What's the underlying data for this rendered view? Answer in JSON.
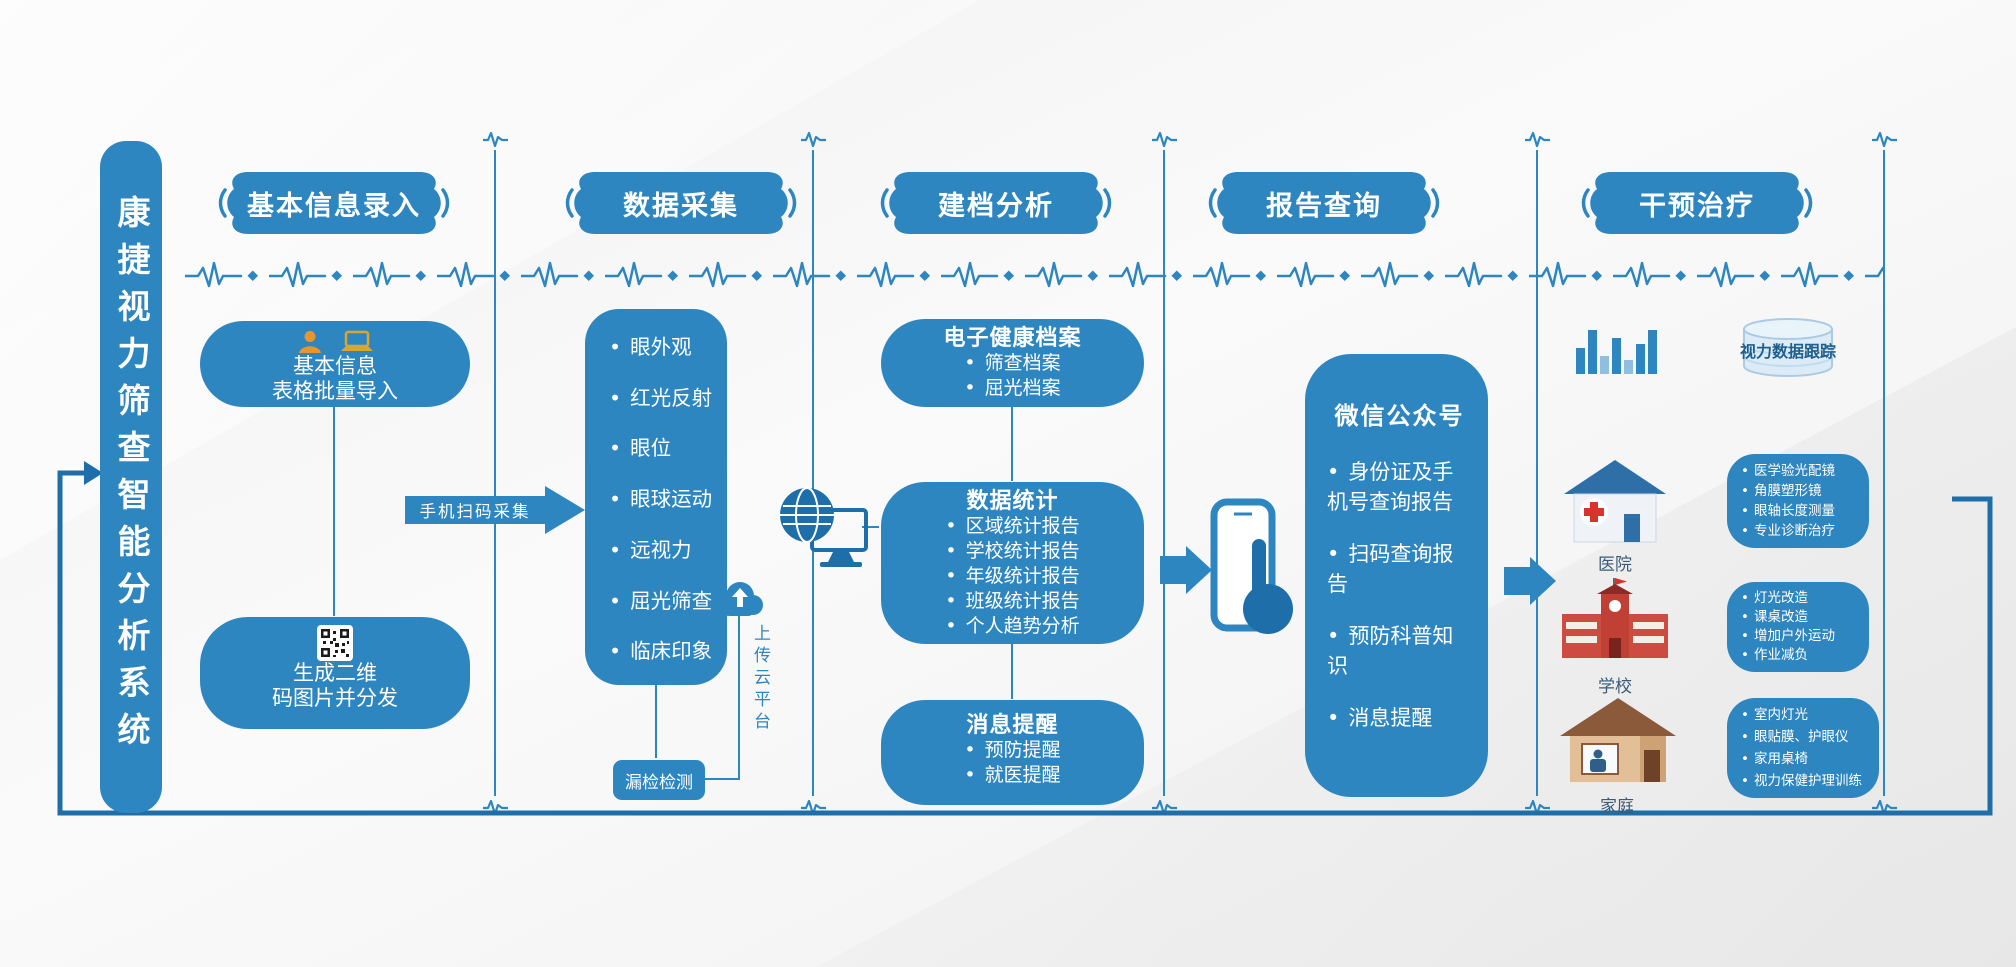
{
  "system": {
    "title": "康捷视力筛查智能分析系统"
  },
  "colors": {
    "primary": "#2E86C1",
    "dark": "#1E6FA9",
    "gold": "#DFA32B",
    "red": "#D9342B"
  },
  "stages": [
    {
      "label": "基本信息录入"
    },
    {
      "label": "数据采集"
    },
    {
      "label": "建档分析"
    },
    {
      "label": "报告查询"
    },
    {
      "label": "干预治疗"
    }
  ],
  "intake": {
    "import_box": {
      "line1": "基本信息",
      "line2": "表格批量导入"
    },
    "qr_box": {
      "line1": "生成二维",
      "line2": "码图片并分发"
    },
    "scan_arrow_label": "手机扫码采集"
  },
  "collection": {
    "items": [
      "眼外观",
      "红光反射",
      "眼位",
      "眼球运动",
      "远视力",
      "屈光筛查",
      "临床印象"
    ],
    "missed_check_label": "漏检检测",
    "upload_label": "上传云平台"
  },
  "analysis": {
    "boxes": [
      {
        "title": "电子健康档案",
        "items": [
          "筛查档案",
          "屈光档案"
        ]
      },
      {
        "title": "数据统计",
        "items": [
          "区域统计报告",
          "学校统计报告",
          "年级统计报告",
          "班级统计报告",
          "个人趋势分析"
        ]
      },
      {
        "title": "消息提醒",
        "items": [
          "预防提醒",
          "就医提醒"
        ]
      }
    ]
  },
  "report": {
    "title": "微信公众号",
    "items": [
      "身份证及手机号查询报告",
      "扫码查询报告",
      "预防科普知识",
      "消息提醒"
    ]
  },
  "intervention": {
    "data_label": "视力数据跟踪",
    "venues": [
      {
        "name": "医院",
        "items": [
          "医学验光配镜",
          "角膜塑形镜",
          "眼轴长度测量",
          "专业诊断治疗"
        ]
      },
      {
        "name": "学校",
        "items": [
          "灯光改造",
          "课桌改造",
          "增加户外运动",
          "作业减负"
        ]
      },
      {
        "name": "家庭",
        "items": [
          "室内灯光",
          "眼贴膜、护眼仪",
          "家用桌椅",
          "视力保健护理训练"
        ]
      }
    ]
  }
}
